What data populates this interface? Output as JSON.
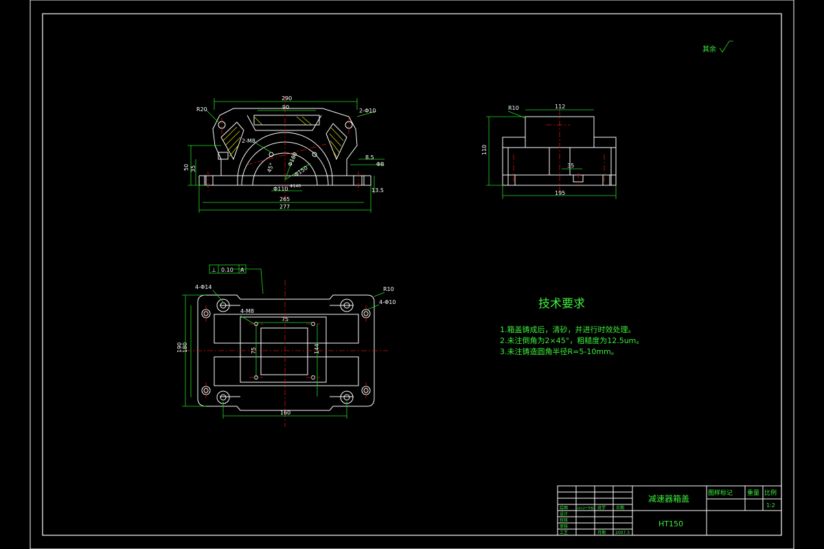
{
  "roughness_note": "其余",
  "tech_requirements": {
    "title": "技术要求",
    "items": [
      "1.箱盖铸成后，清砂，并进行时效处理。",
      "2.未注倒角为2×45°，粗糙度为12.5um。",
      "3.未注铸造圆角半径R=5-10mm。"
    ]
  },
  "front_view_dims": {
    "d290": "290",
    "d90": "90",
    "r20": "R20",
    "hole_2phi10": "2-Φ10",
    "m8": "2-M8",
    "d265": "265",
    "d277": "277",
    "d50": "50",
    "d35": "35",
    "d8_5": "8.5",
    "d48": "Φ8",
    "d13_5": "13.5",
    "phi110": "Φ110",
    "phi140": "Φ140",
    "phi150": "Φ150",
    "ang45": "45°",
    "phi180": "Φ180"
  },
  "side_view_dims": {
    "r10": "R10",
    "d112": "112",
    "d110": "110",
    "d35": "35",
    "d195": "195"
  },
  "top_view_dims": {
    "tol_symbol": "⊥",
    "tol_value": "0.10",
    "tol_datum": "A",
    "hole4_14": "4-Φ14",
    "m8": "4-M8",
    "d75": "75",
    "d160": "160",
    "d180": "180",
    "d190": "190",
    "d75v": "75",
    "d144": "144",
    "r10": "R10",
    "hole4_10": "4-Φ10"
  },
  "title_block": {
    "part_name": "减速器箱盖",
    "material": "HT150",
    "col_headers": [
      "图样标记",
      "重量",
      "比例"
    ],
    "scale": "1:2",
    "rows": [
      {
        "label": "绘图",
        "c1": "2013**学校",
        "c2": "班学",
        "c3": "日期"
      },
      {
        "label": "设计",
        "c1": "",
        "c2": "",
        "c3": ""
      },
      {
        "label": "校核",
        "c1": "",
        "c2": "",
        "c3": ""
      },
      {
        "label": "审核",
        "c1": "",
        "c2": "",
        "c3": ""
      },
      {
        "label": "工艺",
        "c1": "",
        "c2": "月期",
        "c3": "2007.3"
      }
    ]
  }
}
